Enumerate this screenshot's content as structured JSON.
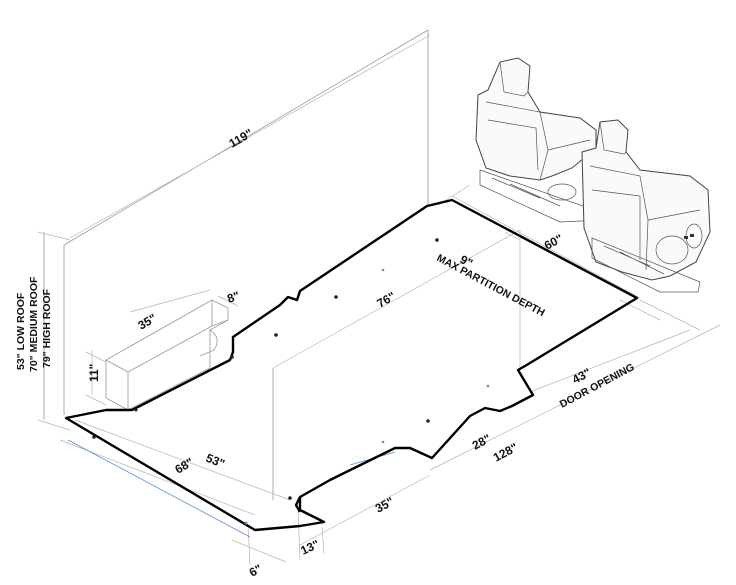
{
  "dimensions": {
    "length_total": "119\"",
    "width_front": "60\"",
    "partition_depth_value": "9\"",
    "partition_depth_label": "MAX PARTITION DEPTH",
    "width_mid": "76\"",
    "box_length": "35\"",
    "box_depth": "8\"",
    "box_height": "11\"",
    "door_opening_value": "43\"",
    "door_opening_label": "DOOR OPENING",
    "well_to_door": "28\"",
    "side_length": "128\"",
    "rear_width": "53\"",
    "side_rear": "68\"",
    "wheel_well_length": "35\"",
    "rear_offset": "13\"",
    "rear_step": "6\""
  },
  "roof_heights": {
    "low": "53\" LOW ROOF",
    "medium": "70\" MEDIUM ROOF",
    "high": "79\" HIGH ROOF"
  }
}
